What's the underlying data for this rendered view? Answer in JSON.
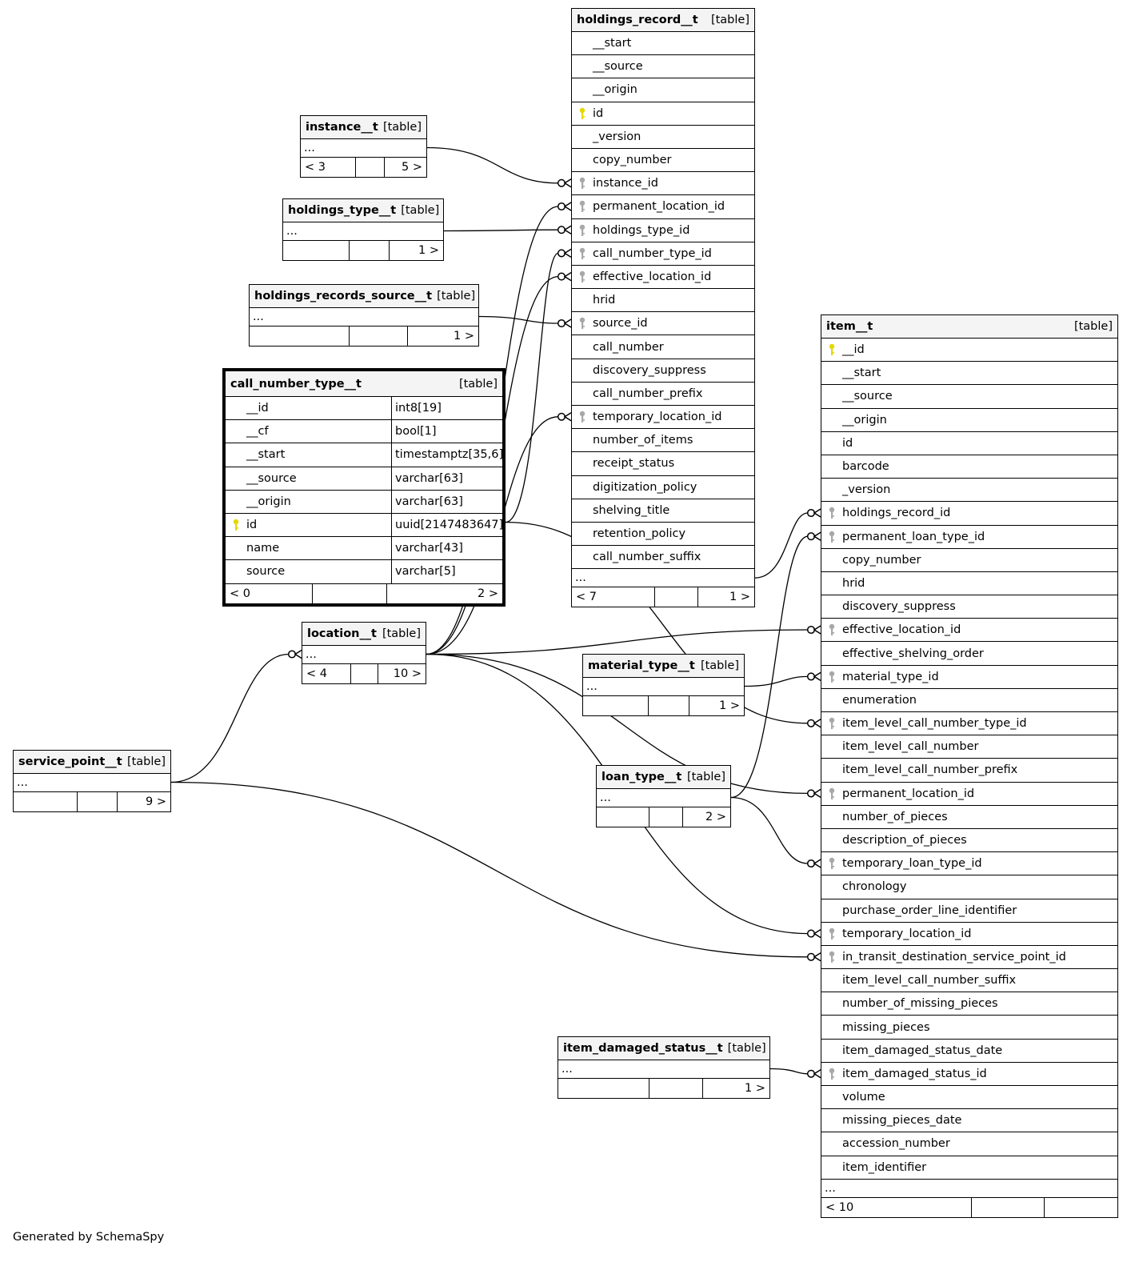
{
  "diagram": {
    "kind_label": "[table]",
    "ellipsis": "...",
    "credit": "Generated by SchemaSpy"
  },
  "tables": {
    "holdings_record": {
      "name": "holdings_record__t",
      "columns": [
        "__start",
        "__source",
        "__origin",
        "id",
        "_version",
        "copy_number",
        "instance_id",
        "permanent_location_id",
        "holdings_type_id",
        "call_number_type_id",
        "effective_location_id",
        "hrid",
        "source_id",
        "call_number",
        "discovery_suppress",
        "call_number_prefix",
        "temporary_location_id",
        "number_of_items",
        "receipt_status",
        "digitization_policy",
        "shelving_title",
        "retention_policy",
        "call_number_suffix"
      ],
      "primary_key": [
        "id"
      ],
      "foreign_keys": [
        "instance_id",
        "permanent_location_id",
        "holdings_type_id",
        "call_number_type_id",
        "effective_location_id",
        "source_id",
        "temporary_location_id"
      ],
      "footer": [
        "< 7",
        "",
        "1 >"
      ]
    },
    "instance": {
      "name": "instance__t",
      "footer": [
        "< 3",
        "",
        "5 >"
      ]
    },
    "holdings_type": {
      "name": "holdings_type__t",
      "footer": [
        "",
        "",
        "1 >"
      ]
    },
    "holdings_records_source": {
      "name": "holdings_records_source__t",
      "footer": [
        "",
        "",
        "1 >"
      ]
    },
    "call_number_type": {
      "name": "call_number_type__t",
      "columns": [
        {
          "name": "__id",
          "type": "int8[19]"
        },
        {
          "name": "__cf",
          "type": "bool[1]"
        },
        {
          "name": "__start",
          "type": "timestamptz[35,6]"
        },
        {
          "name": "__source",
          "type": "varchar[63]"
        },
        {
          "name": "__origin",
          "type": "varchar[63]"
        },
        {
          "name": "id",
          "type": "uuid[2147483647]"
        },
        {
          "name": "name",
          "type": "varchar[43]"
        },
        {
          "name": "source",
          "type": "varchar[5]"
        }
      ],
      "primary_key": [
        "id"
      ],
      "footer": [
        "< 0",
        "",
        "2 >"
      ]
    },
    "location": {
      "name": "location__t",
      "footer": [
        "< 4",
        "",
        "10 >"
      ]
    },
    "material_type": {
      "name": "material_type__t",
      "footer": [
        "",
        "",
        "1 >"
      ]
    },
    "loan_type": {
      "name": "loan_type__t",
      "footer": [
        "",
        "",
        "2 >"
      ]
    },
    "service_point": {
      "name": "service_point__t",
      "footer": [
        "",
        "",
        "9 >"
      ]
    },
    "item_damaged_status": {
      "name": "item_damaged_status__t",
      "footer": [
        "",
        "",
        "1 >"
      ]
    },
    "item": {
      "name": "item__t",
      "columns": [
        "__id",
        "__start",
        "__source",
        "__origin",
        "id",
        "barcode",
        "_version",
        "holdings_record_id",
        "permanent_loan_type_id",
        "copy_number",
        "hrid",
        "discovery_suppress",
        "effective_location_id",
        "effective_shelving_order",
        "material_type_id",
        "enumeration",
        "item_level_call_number_type_id",
        "item_level_call_number",
        "item_level_call_number_prefix",
        "permanent_location_id",
        "number_of_pieces",
        "description_of_pieces",
        "temporary_loan_type_id",
        "chronology",
        "purchase_order_line_identifier",
        "temporary_location_id",
        "in_transit_destination_service_point_id",
        "item_level_call_number_suffix",
        "number_of_missing_pieces",
        "missing_pieces",
        "item_damaged_status_date",
        "item_damaged_status_id",
        "volume",
        "missing_pieces_date",
        "accession_number",
        "item_identifier"
      ],
      "primary_key": [
        "__id"
      ],
      "foreign_keys": [
        "holdings_record_id",
        "permanent_loan_type_id",
        "effective_location_id",
        "material_type_id",
        "item_level_call_number_type_id",
        "permanent_location_id",
        "temporary_loan_type_id",
        "temporary_location_id",
        "in_transit_destination_service_point_id",
        "item_damaged_status_id"
      ],
      "footer": [
        "< 10",
        "",
        ""
      ]
    }
  },
  "relationships": [
    {
      "from": "instance",
      "to": "holdings_record.instance_id"
    },
    {
      "from": "location",
      "to": "holdings_record.permanent_location_id"
    },
    {
      "from": "holdings_type",
      "to": "holdings_record.holdings_type_id"
    },
    {
      "from": "call_number_type",
      "to": "holdings_record.call_number_type_id"
    },
    {
      "from": "location",
      "to": "holdings_record.effective_location_id"
    },
    {
      "from": "holdings_records_source",
      "to": "holdings_record.source_id"
    },
    {
      "from": "location",
      "to": "holdings_record.temporary_location_id"
    },
    {
      "from": "holdings_record",
      "to": "item.holdings_record_id"
    },
    {
      "from": "loan_type",
      "to": "item.permanent_loan_type_id"
    },
    {
      "from": "location",
      "to": "item.effective_location_id"
    },
    {
      "from": "material_type",
      "to": "item.material_type_id"
    },
    {
      "from": "call_number_type",
      "to": "item.item_level_call_number_type_id"
    },
    {
      "from": "location",
      "to": "item.permanent_location_id"
    },
    {
      "from": "loan_type",
      "to": "item.temporary_loan_type_id"
    },
    {
      "from": "location",
      "to": "item.temporary_location_id"
    },
    {
      "from": "service_point",
      "to": "item.in_transit_destination_service_point_id"
    },
    {
      "from": "item_damaged_status",
      "to": "item.item_damaged_status_id"
    },
    {
      "from": "service_point",
      "to": "location"
    }
  ],
  "colors": {
    "primary_key_icon": "#e5d800",
    "foreign_key_icon": "#a8a8a8",
    "header_bg": "#f4f4f4"
  }
}
